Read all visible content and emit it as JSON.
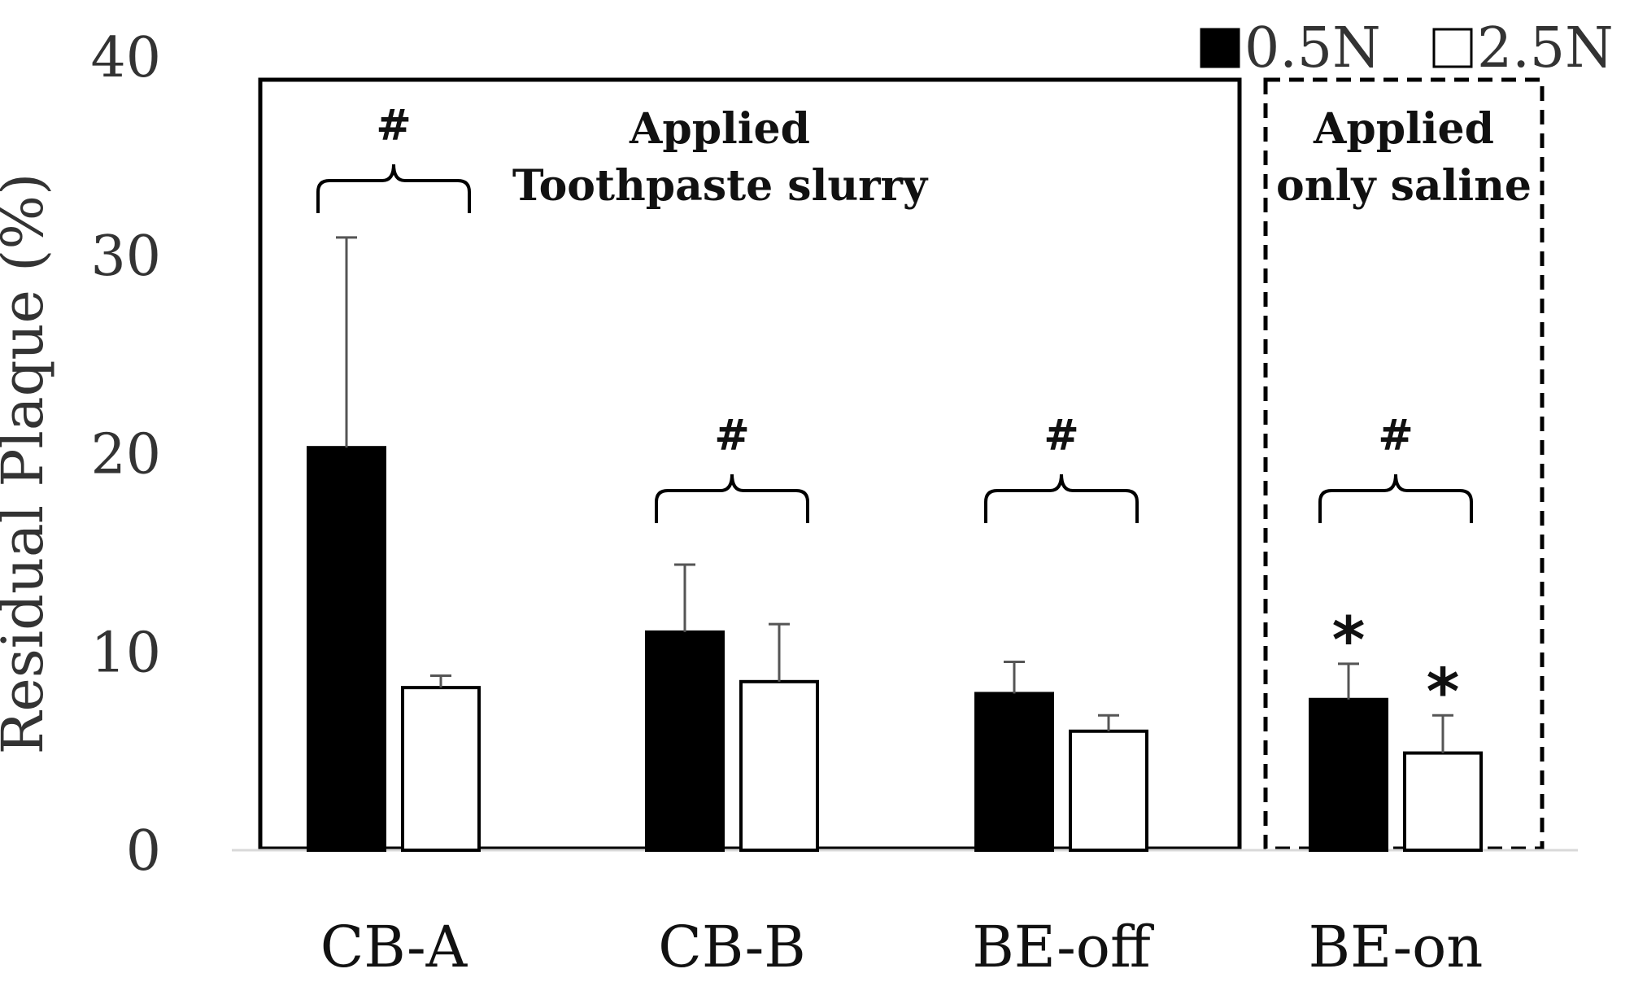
{
  "chart_data": {
    "type": "bar",
    "title": "",
    "xlabel": "",
    "ylabel": "Residual Plaque (%)",
    "ylim": [
      0,
      40
    ],
    "yticks": [
      "0",
      "10",
      "20",
      "30",
      "40"
    ],
    "grid": false,
    "legend_position": "top-right",
    "categories": [
      "CB-A",
      "CB-B",
      "BE-off",
      "BE-on"
    ],
    "series": [
      {
        "name": "0.5N",
        "fill": "#000000",
        "values": [
          20.3,
          11.0,
          7.9,
          7.6
        ],
        "errors": [
          10.6,
          3.4,
          1.6,
          1.8
        ]
      },
      {
        "name": "2.5N",
        "fill": "#ffffff",
        "values": [
          8.2,
          8.5,
          6.0,
          4.9
        ],
        "errors": [
          0.6,
          2.9,
          0.8,
          1.9
        ]
      }
    ],
    "significance_marks": [
      "#",
      "#",
      "#",
      "#"
    ],
    "group_boxes": [
      {
        "label_line1": "Applied",
        "label_line2": "Toothpaste slurry",
        "categories": [
          "CB-A",
          "CB-B",
          "BE-off"
        ],
        "style": "solid"
      },
      {
        "label_line1": "Applied",
        "label_line2": "only saline",
        "categories": [
          "BE-on"
        ],
        "style": "dashed"
      }
    ],
    "asterisks": [
      {
        "category": "BE-on",
        "series": "0.5N",
        "text": "*"
      },
      {
        "category": "BE-on",
        "series": "2.5N",
        "text": "*"
      }
    ]
  }
}
